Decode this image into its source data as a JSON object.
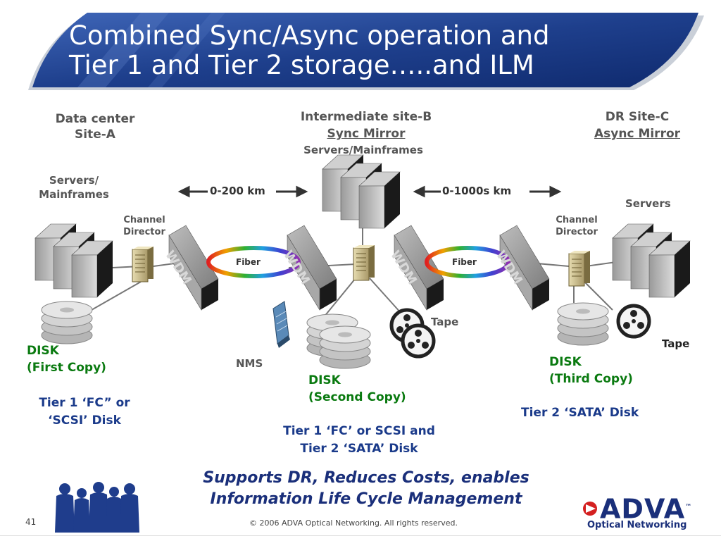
{
  "title": {
    "line1": "Combined Sync/Async operation and",
    "line2": "Tier 1 and Tier 2 storage…..and ILM"
  },
  "siteA": {
    "line1": "Data center",
    "line2": "Site-A",
    "servers_line1": "Servers/",
    "servers_line2": "Mainframes",
    "director_line1": "Channel",
    "director_line2": "Director",
    "disk_line1": "DISK",
    "disk_line2": "(First Copy)",
    "tier_line1": "Tier 1 ‘FC” or",
    "tier_line2": "‘SCSI’ Disk"
  },
  "siteB": {
    "line1": "Intermediate site-B",
    "line2": "Sync Mirror",
    "servers": "Servers/Mainframes",
    "tape": "Tape",
    "nms": "NMS",
    "disk_line1": "DISK",
    "disk_line2": "(Second Copy)",
    "tier_line1": "Tier 1 ‘FC’ or SCSI and",
    "tier_line2": "Tier 2 ‘SATA’ Disk"
  },
  "siteC": {
    "line1": "DR Site-C",
    "line2": "Async Mirror",
    "servers": "Servers",
    "director_line1": "Channel",
    "director_line2": "Director",
    "tape": "Tape",
    "disk_line1": "DISK",
    "disk_line2": "(Third Copy)",
    "tier": "Tier 2 ‘SATA’ Disk"
  },
  "links": {
    "distance1": "0-200 km",
    "distance2": "0-1000s km",
    "fiber": "Fiber",
    "wdm": "WDM"
  },
  "tagline": {
    "line1": "Supports DR, Reduces Costs, enables",
    "line2": "Information Life Cycle Management"
  },
  "footer": {
    "slide_number": "41",
    "copyright": "© 2006 ADVA Optical Networking. All rights reserved."
  },
  "logo": {
    "name": "ADVA",
    "trademark": "™",
    "subtitle": "Optical Networking"
  },
  "colors": {
    "banner": "#1e3f8c",
    "title_text": "#ffffff",
    "site_label": "#555555",
    "disk_label": "#0a7a10",
    "tier_label": "#1a3a8a",
    "tagline": "#1a2f7a"
  }
}
